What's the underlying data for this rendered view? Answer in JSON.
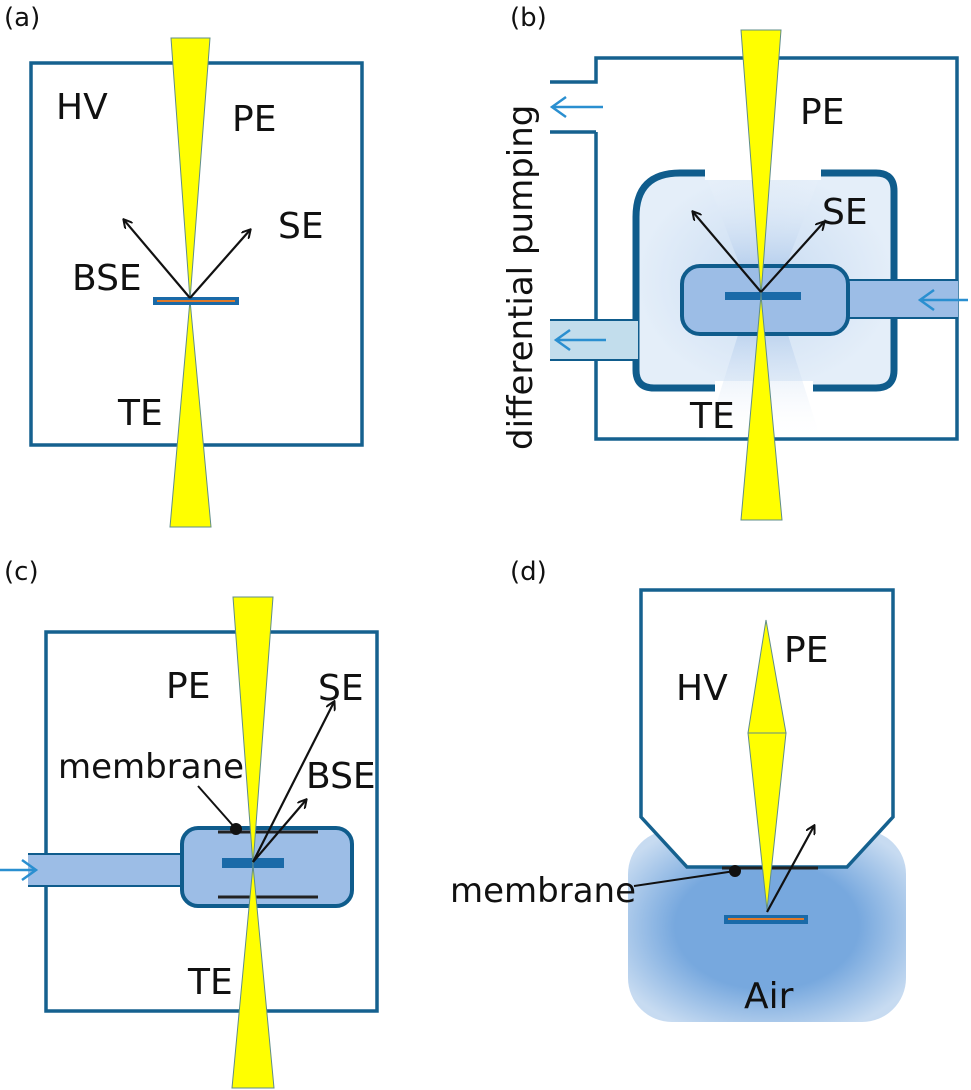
{
  "panels": {
    "a": {
      "label": "(a)",
      "hv": "HV",
      "pe": "PE",
      "se": "SE",
      "bse": "BSE",
      "te": "TE"
    },
    "b": {
      "label": "(b)",
      "pumping": "differential pumping",
      "pe": "PE",
      "se": "SE",
      "te": "TE"
    },
    "c": {
      "label": "(c)",
      "pe": "PE",
      "se": "SE",
      "membrane": "membrane",
      "bse": "BSE",
      "te": "TE"
    },
    "d": {
      "label": "(d)",
      "hv": "HV",
      "pe": "PE",
      "membrane": "membrane",
      "air": "Air"
    }
  },
  "colors": {
    "chamber_outline": "#15618f",
    "beam": "#ffff00",
    "cell_fill": "#9cbde6",
    "cell_outline": "#0f5c8c",
    "sample": "#1a6aa8",
    "sample_inner": "#e07a2a",
    "flow_arrow": "#2a8fd0",
    "air": "#6fa3dc"
  }
}
